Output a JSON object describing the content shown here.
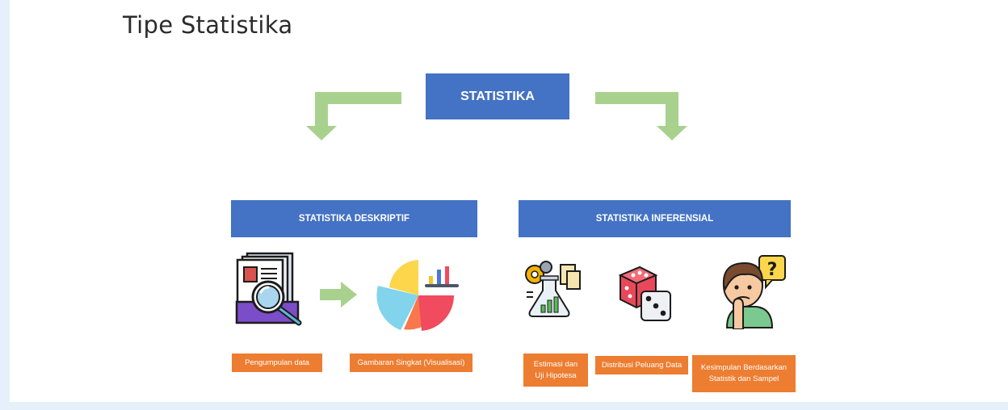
{
  "page_title": "Tipe Statistika",
  "root": {
    "label": "STATISTIKA"
  },
  "branches": {
    "deskriptif": {
      "label": "STATISTIKA DESKRIPTIF"
    },
    "inferensial": {
      "label": "STATISTIKA INFERENSIAL"
    }
  },
  "items": {
    "pengumpulan": "Pengumpulan data",
    "gambaran": "Gambaran Singkat (Visualisasi)",
    "estimasi": "Estimasi dan\nUji Hipotesa",
    "distribusi": "Distribusi Peluang Data",
    "kesimpulan": "Kesimpulan Berdasarkan\nStatistik dan Sampel"
  },
  "icons": [
    "document-magnifier-icon",
    "right-arrow-icon",
    "pie-chart-icon",
    "lab-flask-icon",
    "dice-icon",
    "thinking-person-icon"
  ],
  "colors": {
    "blue": "#4472c4",
    "orange": "#ed7d31",
    "green_arrow": "#a9d18e",
    "background": "#e6f0fb"
  }
}
